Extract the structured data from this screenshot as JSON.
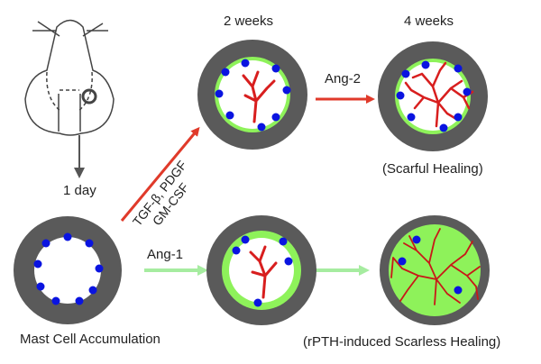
{
  "labels": {
    "one_day": "1 day",
    "two_weeks": "2 weeks",
    "four_weeks": "4 weeks",
    "factors_line1": "TGF-β, PDGF",
    "factors_line2": "GM-CSF",
    "ang2": "Ang-2",
    "ang1": "Ang-1",
    "scarful": "(Scarful Healing)",
    "mast_cell": "Mast Cell Accumulation",
    "scarless": "(rPTH-induced Scarless Healing)"
  },
  "colors": {
    "ring": "#5a5a5a",
    "granulation": "#8ef25a",
    "mast_cell": "#0a14e0",
    "vessel": "#d81e1e",
    "arrow_red": "#e03a2a",
    "arrow_green": "#a6eca0",
    "arrow_gray": "#555555",
    "outline": "#444444"
  }
}
